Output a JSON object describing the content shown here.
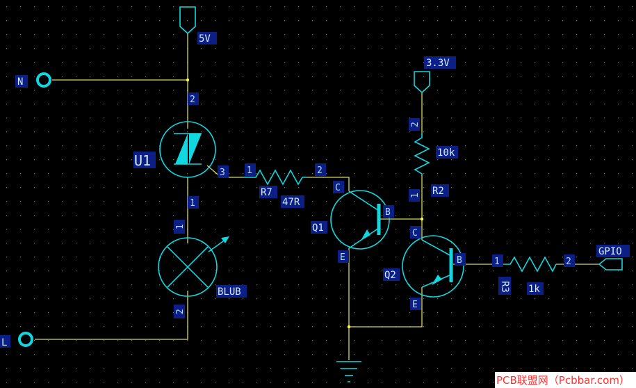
{
  "labels": {
    "vcc5": "5V",
    "vcc33": "3.3V",
    "net_n": "N",
    "net_l": "L",
    "gpio": "GPIO",
    "u1": "U1",
    "r7": "R7",
    "r7_val": "47R",
    "r2": "R2",
    "r2_val": "10k",
    "r3": "R3",
    "r3_val": "1k",
    "q1": "Q1",
    "q2": "Q2",
    "lamp": "BLUB"
  },
  "pins": {
    "u1_p2": "2",
    "u1_p1": "1",
    "u1_p3": "3",
    "lamp_p1a": "1",
    "lamp_p1b": "1",
    "lamp_p2": "2",
    "r7_p1": "1",
    "r7_p2": "2",
    "r2_p2": "2",
    "r2_p1": "1",
    "r3_p1": "1",
    "r3_p2": "2",
    "q1_c": "C",
    "q1_b": "B",
    "q1_e": "E",
    "q2_c": "C",
    "q2_b": "B",
    "q2_e": "E"
  },
  "watermark": "PCB联盟网（Pcbbar.com）",
  "colors": {
    "background": "#000000",
    "wire": "#d8d860",
    "symbol": "#11d8e0",
    "pin_box": "#0b1f86",
    "watermark": "#ff3030"
  }
}
